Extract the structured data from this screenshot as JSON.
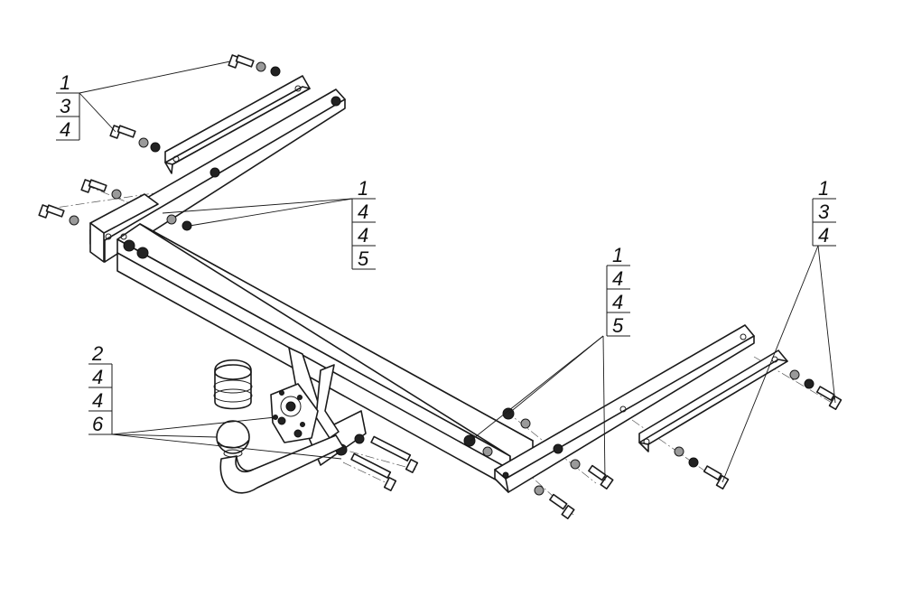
{
  "callouts": [
    {
      "id": "top-left",
      "labels": [
        "1",
        "3",
        "4"
      ]
    },
    {
      "id": "upper-middle",
      "labels": [
        "1",
        "4",
        "4",
        "5"
      ]
    },
    {
      "id": "right",
      "labels": [
        "1",
        "3",
        "4"
      ]
    },
    {
      "id": "middle",
      "labels": [
        "1",
        "4",
        "4",
        "5"
      ]
    },
    {
      "id": "ball",
      "labels": [
        "2",
        "4",
        "4",
        "6"
      ]
    }
  ]
}
